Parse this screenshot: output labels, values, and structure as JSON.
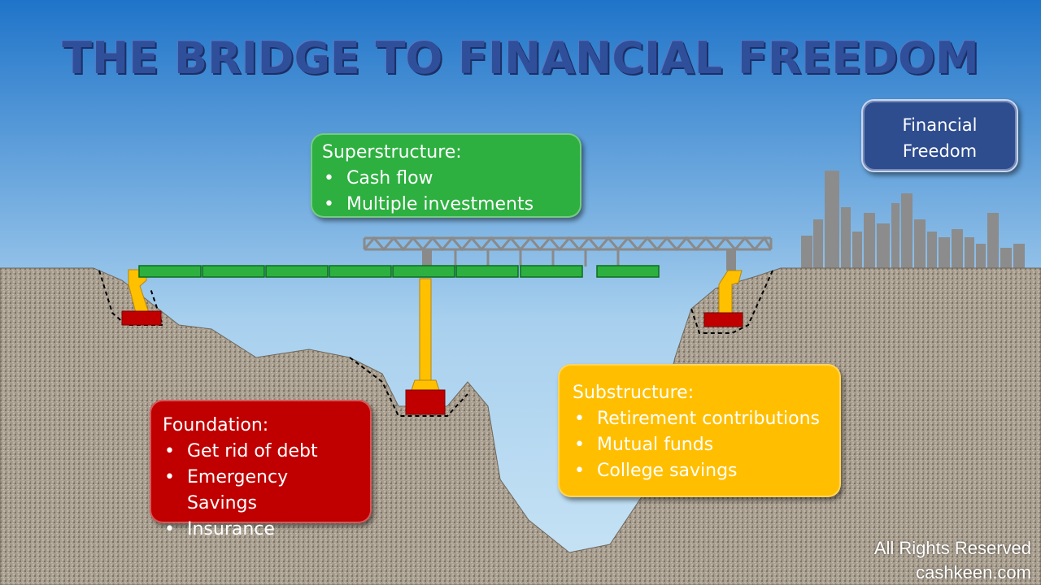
{
  "title": "THE BRIDGE TO FINANCIAL FREEDOM",
  "boxes": {
    "superstructure": {
      "heading": "Superstructure:",
      "items": [
        "Cash flow",
        "Multiple investments"
      ]
    },
    "foundation": {
      "heading": "Foundation:",
      "items": [
        "Get rid of debt",
        "Emergency Savings",
        "Insurance"
      ]
    },
    "substructure": {
      "heading": "Substructure:",
      "items": [
        "Retirement contributions",
        "Mutual funds",
        "College savings"
      ]
    },
    "freedom": {
      "line1": "Financial",
      "line2": "Freedom"
    }
  },
  "footer": {
    "rights": "All Rights Reserved",
    "site": "cashkeen.com"
  },
  "colors": {
    "sky_top": "#1f74c9",
    "sky_bottom": "#c9e4f5",
    "ground": "#a99f90",
    "deck": "#2db040",
    "pier": "#ffc000",
    "footing": "#c00000",
    "truss": "#8a8a8a",
    "skyline": "#8c8c8c"
  }
}
